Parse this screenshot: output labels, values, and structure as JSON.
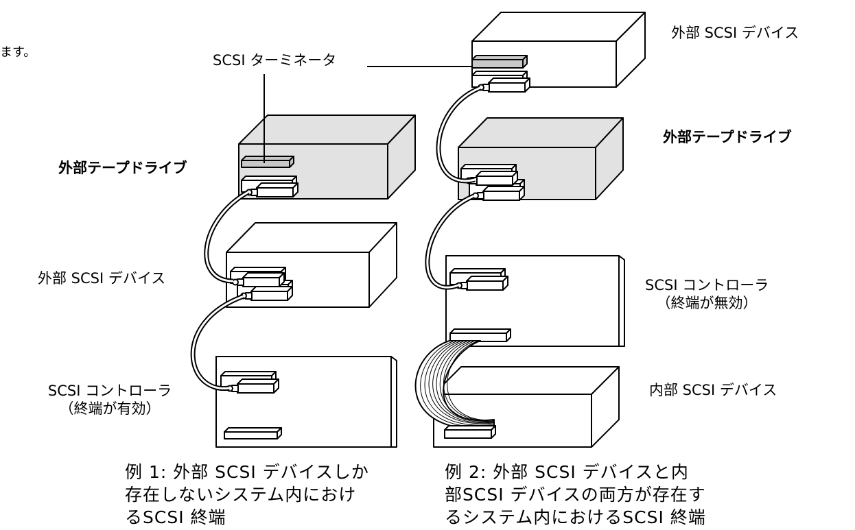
{
  "page_fragment": "ます。",
  "labels": {
    "scsi_terminator": "SCSI ターミネータ",
    "left_tape_drive": "外部テープドライブ",
    "left_external_device": "外部 SCSI デバイス",
    "left_controller_line1": "SCSI コントローラ",
    "left_controller_line2": "（終端が有効）",
    "right_top_external_device": "外部 SCSI デバイス",
    "right_tape_drive": "外部テープドライブ",
    "right_controller_line1": "SCSI コントローラ",
    "right_controller_line2": "（終端が無効）",
    "right_internal_device": "内部 SCSI デバイス"
  },
  "captions": {
    "example1": [
      "例 1: 外部 SCSI デバイスしか",
      "存在しないシステム内におけ",
      "るSCSI 終端"
    ],
    "example2": [
      "例 2: 外部 SCSI デバイスと内",
      "部SCSI デバイスの両方が存在す",
      "るシステム内におけるSCSI 終端"
    ]
  },
  "colors": {
    "tape_drive_fill": "#e2e2e2",
    "terminator_fill": "#c8c8c8",
    "line": "#000000",
    "background": "#ffffff"
  }
}
